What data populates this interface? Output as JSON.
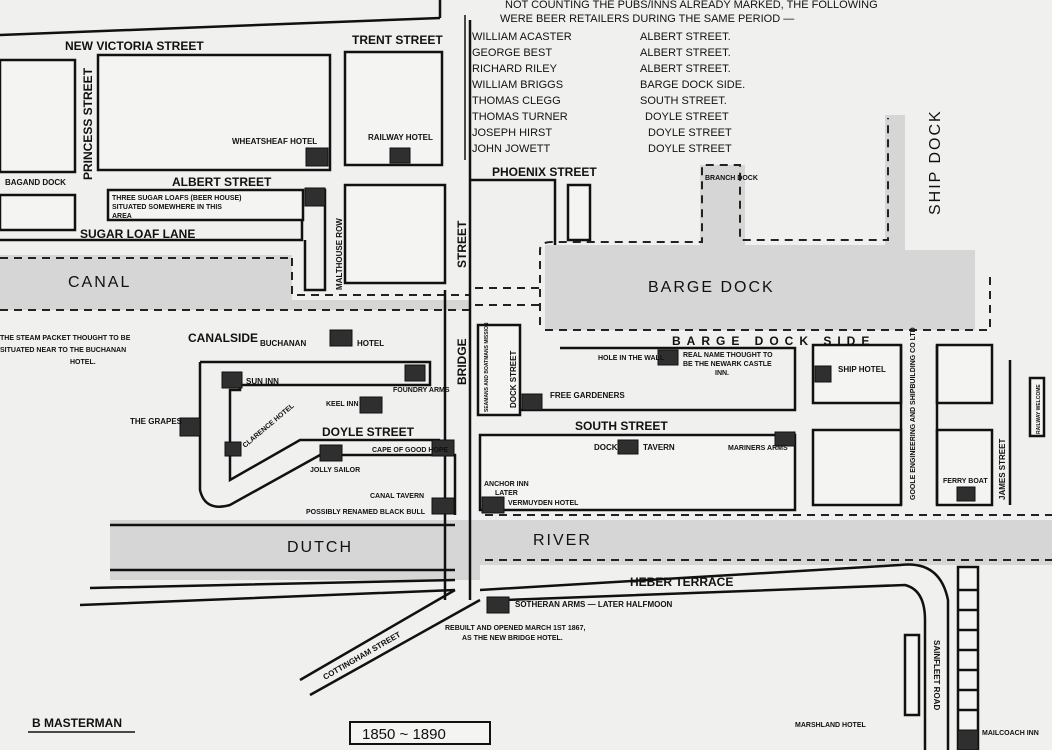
{
  "note": {
    "line1": "Not counting the pubs/inns already marked, the following",
    "line2": "were beer retailers during the same period —"
  },
  "retailers": [
    {
      "name": "William Acaster",
      "street": "Albert Street."
    },
    {
      "name": "George Best",
      "street": "Albert Street."
    },
    {
      "name": "Richard Riley",
      "street": "Albert Street."
    },
    {
      "name": "William Briggs",
      "street": "Barge Dock Side."
    },
    {
      "name": "Thomas Clegg",
      "street": "South Street."
    },
    {
      "name": "Thomas Turner",
      "street": "Doyle Street"
    },
    {
      "name": "Joseph Hirst",
      "street": "Doyle Street"
    },
    {
      "name": "John Jowett",
      "street": "Doyle Street"
    }
  ],
  "streets": {
    "new_victoria": "New Victoria Street",
    "trent": "Trent Street",
    "princess": "Princess Street",
    "albert": "Albert Street",
    "sugar_loaf": "Sugar Loaf Lane",
    "malthouse": "Malthouse Row",
    "phoenix": "Phoenix Street",
    "street": "Street",
    "bridge": "Bridge",
    "canalside": "Canalside",
    "doyle": "Doyle Street",
    "dock": "Dock Street",
    "south": "South Street",
    "barge_dock_side": "Barge Dock Side",
    "james": "James Street",
    "heber": "Heber Terrace",
    "cottingham": "Cottingham Street",
    "sainfleet": "Sainfleet Road"
  },
  "water": {
    "canal": "Canal",
    "barge_dock": "Barge Dock",
    "ship_dock": "Ship Dock",
    "branch_dock": "Branch Dock",
    "bagand_dock": "Bagand Dock",
    "dutch": "Dutch",
    "river": "River"
  },
  "pubs": {
    "wheatsheaf": "Wheatsheaf Hotel",
    "railway": "Railway Hotel",
    "buchanan_1": "Buchanan",
    "buchanan_2": "Hotel",
    "sun_inn": "Sun Inn",
    "foundry": "Foundry Arms",
    "keel": "Keel Inn",
    "grapes": "The Grapes",
    "clarence": "Clarence Hotel",
    "jolly_sailor": "Jolly Sailor",
    "cape": "Cape of Good Hope",
    "canal_tavern": "Canal Tavern",
    "hole_in_wall": "Hole in the Wall",
    "free_gardeners": "Free Gardeners",
    "dock_tavern_1": "Dock",
    "dock_tavern_2": "Tavern",
    "mariners": "Mariners Arms",
    "anchor_1": "Anchor Inn",
    "anchor_2": "Later",
    "anchor_3": "Vermuyden Hotel",
    "ship": "Ship Hotel",
    "ferry_boat": "Ferry Boat",
    "sotheran": "Sotheran Arms — Later Halfmoon",
    "marshland": "Marshland Hotel",
    "mailcoach": "Mailcoach Inn"
  },
  "annotations": {
    "three_sugar_1": "Three Sugar Loafs (Beer House)",
    "three_sugar_2": "Situated somewhere in this",
    "three_sugar_3": "area",
    "steam_packet_1": "The Steam Packet thought to be",
    "steam_packet_2": "situated near to the Buchanan",
    "steam_packet_3": "Hotel.",
    "hole_note_1": "Real name thought to",
    "hole_note_2": "be the Newark Castle",
    "hole_note_3": "Inn.",
    "black_bull": "Possibly renamed Black Bull",
    "sotheran_note_1": "Rebuilt and opened March 1st 1867,",
    "sotheran_note_2": "as the New Bridge Hotel.",
    "seamens_mission": "Seamans and Boatmans Mission",
    "goole_eng": "Goole Engineering and Shipbuilding Co Ltd",
    "railway_welcome": "Railway Welcome"
  },
  "date_range": "1850 ~ 1890",
  "author": "B Masterman"
}
